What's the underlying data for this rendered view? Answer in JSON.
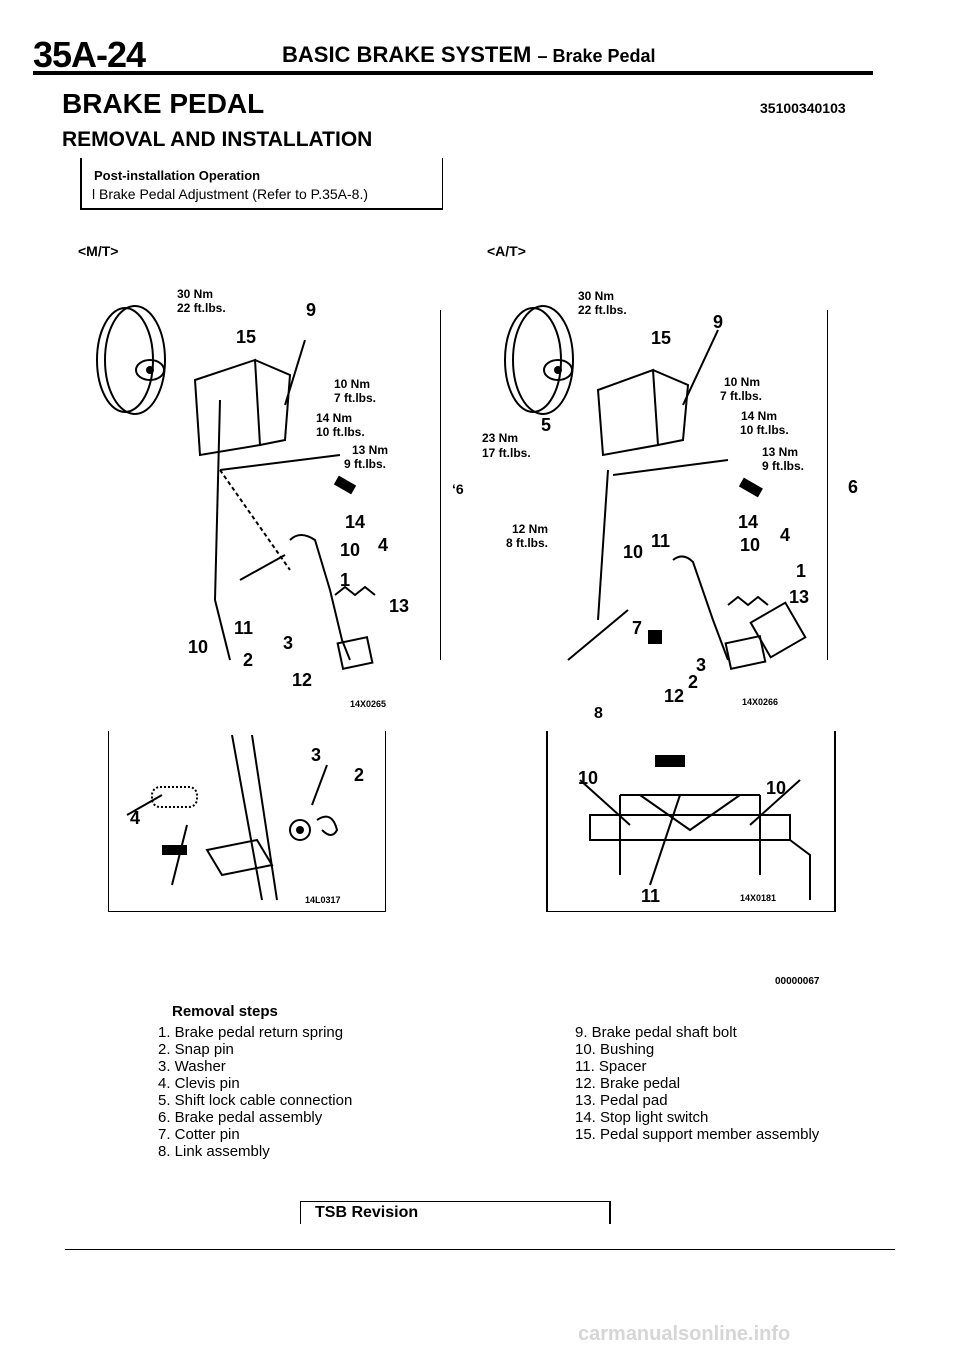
{
  "header": {
    "page_number": "35A-24",
    "section_title": "BASIC BRAKE SYSTEM",
    "section_sub": "– Brake Pedal"
  },
  "title": "BRAKE PEDAL",
  "doc_code": "35100340103",
  "subtitle": "REMOVAL AND INSTALLATION",
  "post_install": {
    "heading": "Post-installation Operation",
    "item": "l  Brake Pedal Adjustment (Refer to P.35A-8.)"
  },
  "mt_label": "<M/T>",
  "at_label": "<A/T>",
  "mt_diagram": {
    "torques": [
      "30 Nm",
      "22 ft.lbs.",
      "10 Nm",
      "7 ft.lbs.",
      "14 Nm",
      "10 ft.lbs.",
      "13 Nm",
      "9 ft.lbs."
    ],
    "callouts": [
      "9",
      "15",
      "14",
      "10",
      "4",
      "1",
      "13",
      "11",
      "3",
      "10",
      "2",
      "12"
    ],
    "code": "14X0265",
    "side_ref": "‘6"
  },
  "at_diagram": {
    "torques": [
      "30 Nm",
      "22 ft.lbs.",
      "10 Nm",
      "7 ft.lbs.",
      "14 Nm",
      "10 ft.lbs.",
      "23 Nm",
      "17 ft.lbs.",
      "13 Nm",
      "9 ft.lbs.",
      "12 Nm",
      "8 ft.lbs."
    ],
    "callouts": [
      "9",
      "15",
      "5",
      "14",
      "4",
      "10",
      "11",
      "10",
      "1",
      "13",
      "7",
      "3",
      "2",
      "12",
      "8"
    ],
    "code": "14X0266",
    "side_ref": "6"
  },
  "detail_left": {
    "callouts": [
      "3",
      "2",
      "4"
    ],
    "code": "14L0317"
  },
  "detail_right": {
    "callouts": [
      "10",
      "10",
      "11"
    ],
    "code": "14X0181"
  },
  "figure_code": "00000067",
  "removal": {
    "title": "Removal steps",
    "left": [
      "1. Brake pedal return spring",
      "2. Snap pin",
      "3. Washer",
      "4. Clevis pin",
      "5. Shift lock cable connection",
      "6. Brake pedal assembly",
      "7. Cotter pin",
      "8. Link assembly"
    ],
    "right": [
      "9. Brake pedal shaft bolt",
      "10. Bushing",
      "11. Spacer",
      "12. Brake pedal",
      "13. Pedal pad",
      "14. Stop light switch",
      "15. Pedal support member assembly"
    ]
  },
  "tsb": "TSB Revision",
  "watermark": "carmanualsonline.info"
}
